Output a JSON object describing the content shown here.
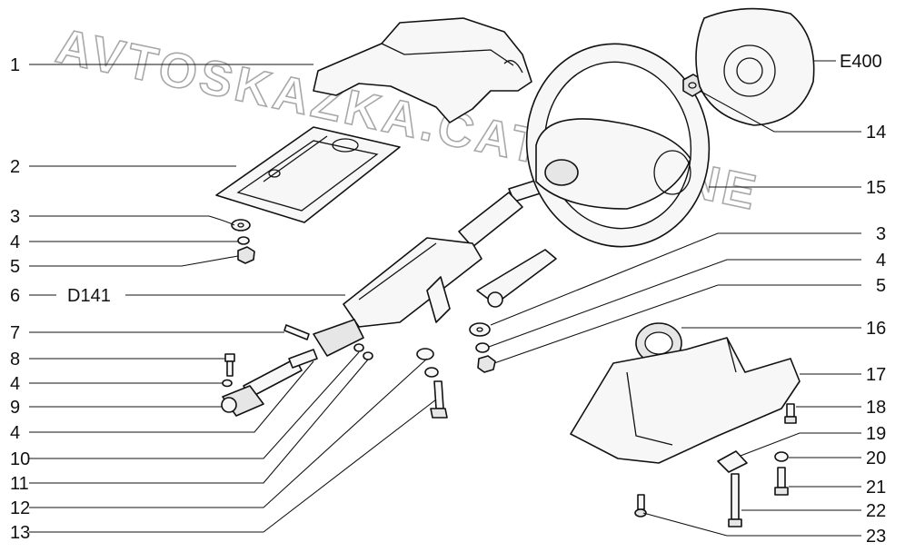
{
  "watermark": "AVTOSKAZKA.CAT.ONLINE",
  "callouts_left": [
    "1",
    "2",
    "3",
    "4",
    "5",
    "6",
    "7",
    "8",
    "4",
    "9",
    "4",
    "10",
    "11",
    "12",
    "13"
  ],
  "callout_6_ref": "D141",
  "callouts_right": [
    "14",
    "15",
    "3",
    "4",
    "5",
    "16",
    "17",
    "18",
    "19",
    "20",
    "21",
    "22",
    "23"
  ],
  "callout_airbag_ref": "E400"
}
